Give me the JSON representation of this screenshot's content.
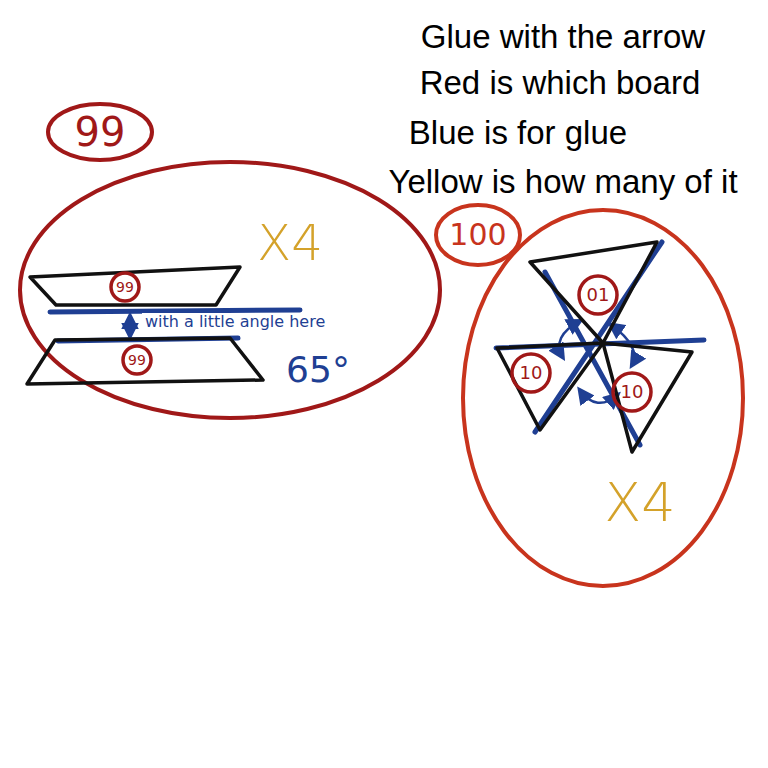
{
  "diagram": {
    "nodes": [
      {
        "text": [
          "99"
        ]
      },
      {
        "text": [
          "99"
        ],
        "in": 0
      },
      {
        "text": [
          "99"
        ],
        "in": 0
      },
      {
        "text": [
          "100"
        ]
      },
      {
        "text": [
          "01"
        ],
        "in": 3
      },
      {
        "text": [
          "10"
        ],
        "in": 3
      },
      {
        "text": [
          "10"
        ],
        "in": 3
      }
    ],
    "edges": [
      {
        "from": 1,
        "to": 2,
        "arrow": "both",
        "label": "with a little angle here"
      },
      {
        "from": 4,
        "to": 5,
        "arrow": "both"
      },
      {
        "from": 5,
        "to": 6,
        "arrow": "both"
      },
      {
        "from": 6,
        "to": 4,
        "arrow": "both"
      }
    ],
    "labels": [
      "Glue with the arrow",
      "Red is which board",
      "Blue is for glue",
      "Yellow is how many of it",
      "X4",
      "65°",
      "X4"
    ]
  }
}
